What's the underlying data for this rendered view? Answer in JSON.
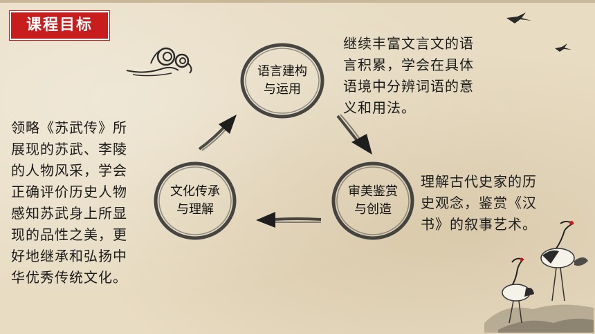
{
  "title": "课程目标",
  "nodes": {
    "top": {
      "line1": "语言建构",
      "line2": "与运用"
    },
    "right": {
      "line1": "审美鉴赏",
      "line2": "与创造"
    },
    "left": {
      "line1": "文化传承",
      "line2": "与理解"
    }
  },
  "descriptions": {
    "top_right": [
      "继续丰富文言文的语",
      "言积累，学会在具体",
      "语境中分辨词语的意",
      "义和用法。"
    ],
    "right": [
      "理解古代史家的历",
      "史观念，鉴赏《汉",
      "书》的叙事艺术。"
    ],
    "left": [
      "领略《苏武传》所",
      "展现的苏武、李陵",
      "的人物风采，学会",
      "正确评价历史人物",
      "感知苏武身上所显",
      "现的品性之美，更",
      "好地继承和弘扬中",
      "华优秀传统文化。"
    ]
  },
  "icons": [
    "cloud-swirl-icon",
    "swallow-bird-icon",
    "crane-birds-icon",
    "arrow-icon"
  ],
  "colors": {
    "badge": "#c81d1d",
    "ink": "#2a2a2a",
    "paper": "#e8dcc3"
  }
}
